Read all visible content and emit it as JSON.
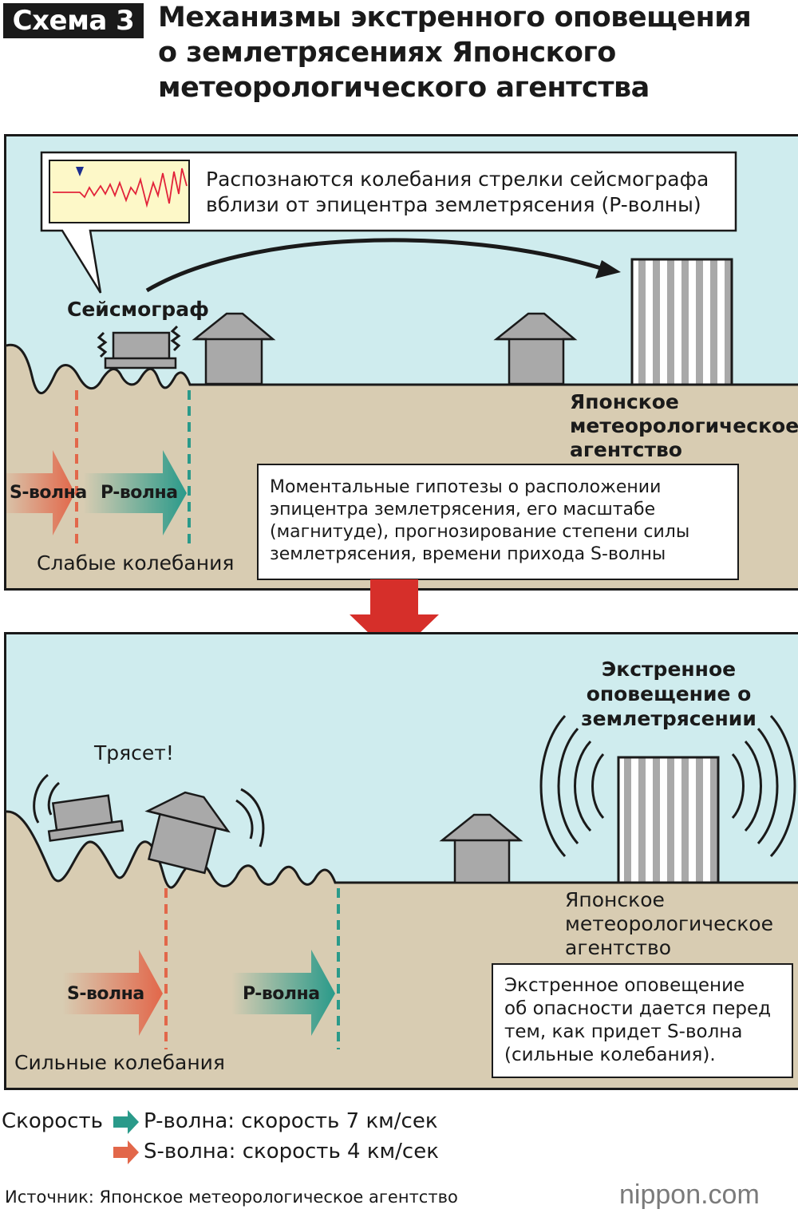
{
  "header": {
    "badge": "Схема 3",
    "title_lines": [
      "Механизмы экстренного оповещения",
      "о землетрясениях Японского",
      "метеорологического агентства"
    ]
  },
  "panel1": {
    "callout": [
      "Распознаются колебания стрелки сейсмографа",
      "вблизи от эпицентра землетрясения (P-волны)"
    ],
    "seismograph_label": "Сейсмограф",
    "agency_lines": [
      "Японское",
      "метеорологическое",
      "агентство"
    ],
    "estimate_lines": [
      "Моментальные гипотезы о расположении",
      "эпицентра землетрясения, его масштабе",
      "(магнитуде), прогнозирование степени силы",
      "землетрясения, времени прихода S-волны"
    ],
    "s_wave": "S-волна",
    "p_wave": "P-волна",
    "shaking_label": "Слабые колебания"
  },
  "panel2": {
    "alert_lines": [
      "Экстренное",
      "оповещение о",
      "землетрясении"
    ],
    "shaking_exclaim": "Трясет!",
    "agency_lines": [
      "Японское",
      "метеорологическое",
      "агентство"
    ],
    "warning_lines": [
      "Экстренное оповещение",
      "об опасности дается перед",
      "тем, как придет S-волна",
      "(сильные колебания)."
    ],
    "s_wave": "S-волна",
    "p_wave": "P-волна",
    "shaking_label": "Сильные колебания"
  },
  "legend": {
    "title": "Скорость",
    "p_text": "P-волна: скорость 7 км/сек",
    "s_text": "S-волна: скорость 4 км/сек"
  },
  "footer": {
    "source": "Источник: Японское метеорологическое агентство",
    "logo": "nippon.com"
  },
  "colors": {
    "sky": "#cfecee",
    "ground": "#d8ccb2",
    "p_wave": "#2a9a8a",
    "s_wave": "#e2674a",
    "alert_arrow": "#d62f2a",
    "building": "#a9a9a9"
  }
}
